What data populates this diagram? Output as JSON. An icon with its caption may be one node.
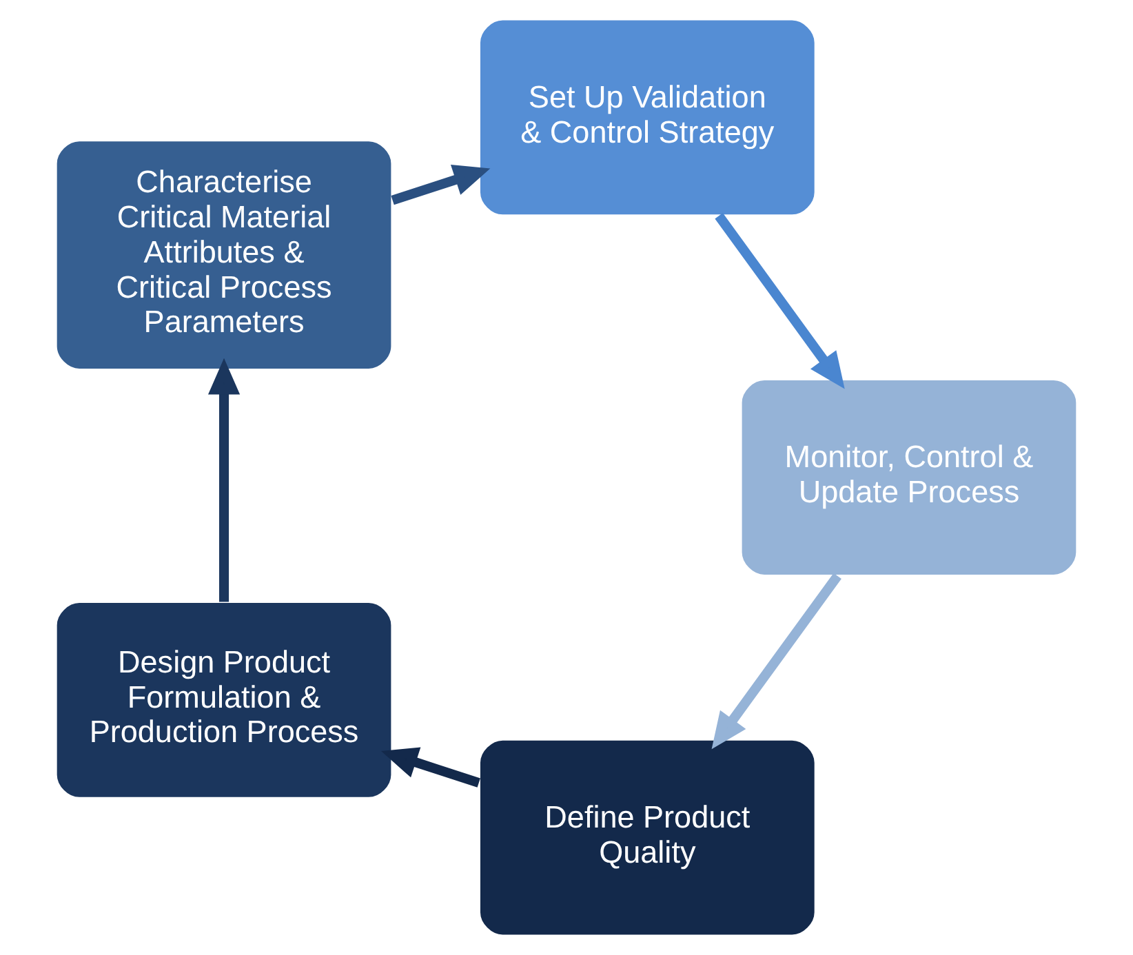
{
  "diagram": {
    "nodes": [
      {
        "text": [
          "Define Product Quality"
        ]
      },
      {
        "text": [
          "Design Product Formulation & Production Process"
        ]
      },
      {
        "text": [
          "Characterise Critical Material Attributes & Critical Process Parameters"
        ]
      },
      {
        "text": [
          "Set Up Validation & Control Strategy"
        ]
      },
      {
        "text": [
          "Monitor, Control & Update Process"
        ]
      }
    ],
    "edges": [
      {
        "from": 0,
        "to": 1,
        "arrow": "to",
        "color": "#13294b"
      },
      {
        "from": 1,
        "to": 2,
        "arrow": "to",
        "color": "#1b365d"
      },
      {
        "from": 2,
        "to": 3,
        "arrow": "to",
        "color": "#2a4f80"
      },
      {
        "from": 3,
        "to": 4,
        "arrow": "to",
        "color": "#4a86d0"
      },
      {
        "from": 4,
        "to": 0,
        "arrow": "to",
        "color": "#95b3d7"
      }
    ]
  }
}
